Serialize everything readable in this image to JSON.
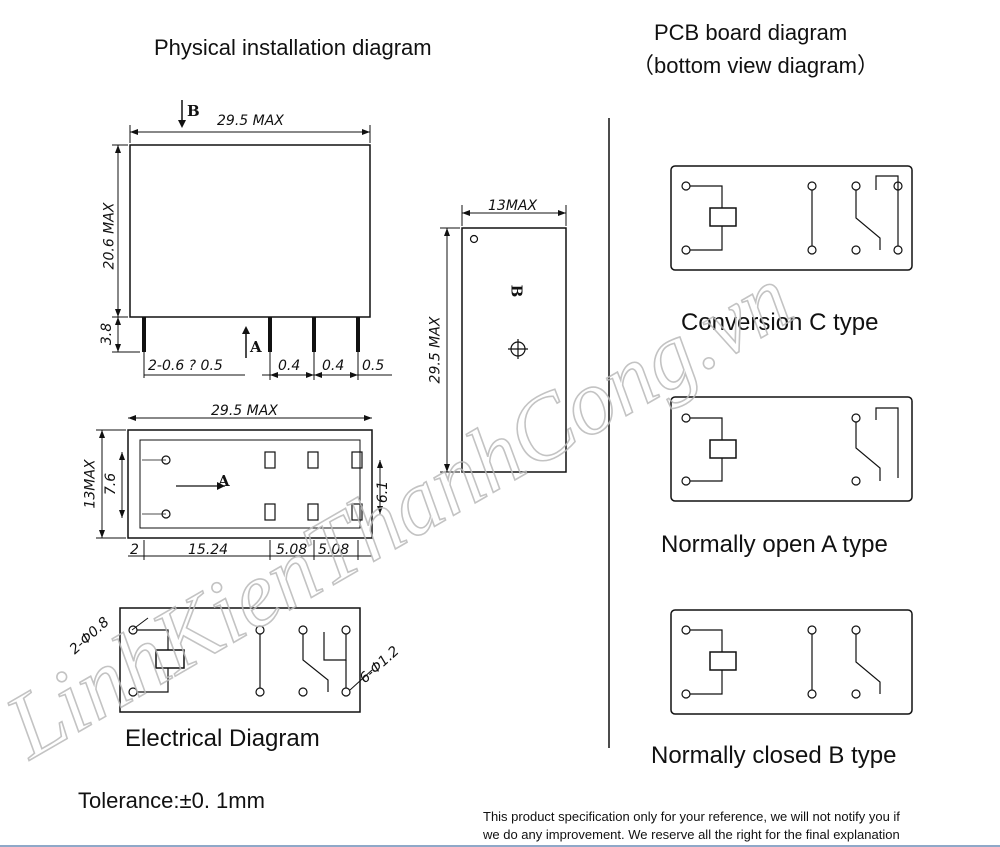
{
  "titles": {
    "physical": "Physical installation diagram",
    "pcb_line1": "PCB board diagram",
    "pcb_line2": "（bottom view diagram）",
    "electrical": "Electrical  Diagram"
  },
  "captions": {
    "type_c": "Conversion C type",
    "type_a": "Normally open A type",
    "type_b": "Normally closed B type"
  },
  "dimensions": {
    "top_width": "29.5  MAX",
    "height": "20.6  MAX",
    "pin_len": "3.8",
    "pin_dia": "2-0.6 ? 0.5",
    "p04a": "0.4",
    "p04b": "0.4",
    "p05": "0.5",
    "side_width": "13MAX",
    "side_height": "29.5  MAX",
    "bottom_width": "29.5  MAX",
    "bottom_height": "13MAX",
    "d76": "7.6",
    "d61": "6.1",
    "d2": "2",
    "d1524": "15.24",
    "d508a": "5.08",
    "d508b": "5.08",
    "hole_small": "2-Φ0.8",
    "hole_large": "6-Φ1.2",
    "view_b": "B",
    "view_a": "A",
    "side_b": "B",
    "bottom_a": "A"
  },
  "tolerance": "Tolerance:±0. 1mm",
  "disclaimer": {
    "line1": "This product specification only for your reference,   we will not notify you if",
    "line2": "we do any improvement. We reserve all the right for the final explanation"
  },
  "watermark": "LinhKienThanhCong.vn"
}
